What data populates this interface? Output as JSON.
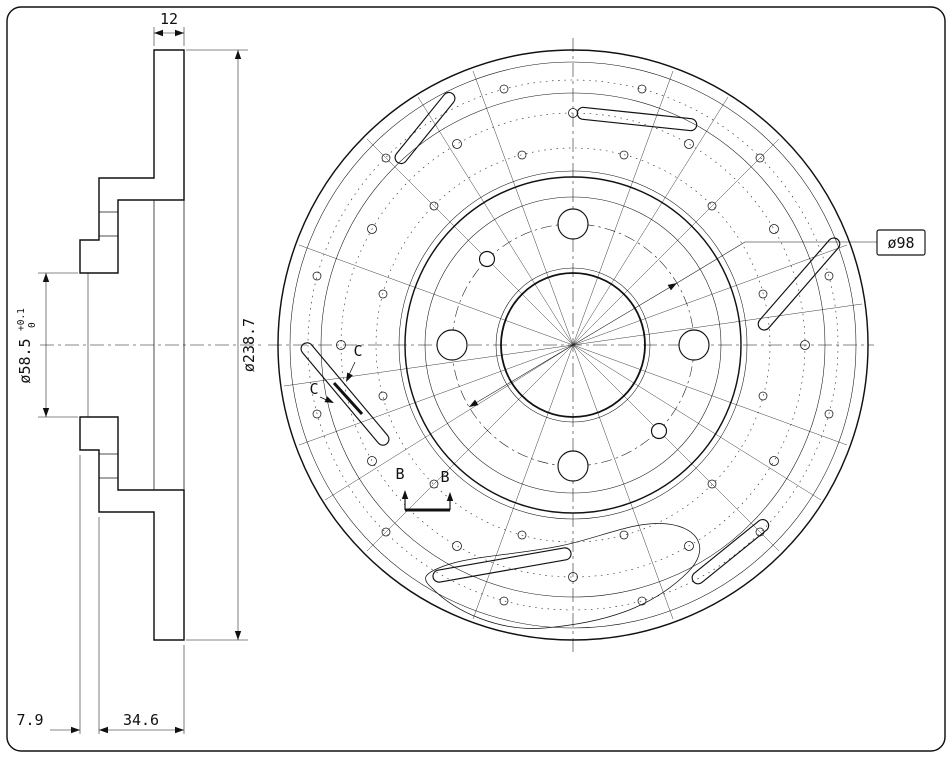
{
  "section_view": {
    "dim_thickness": "12",
    "dim_outer_diameter": "ø238.7",
    "dim_bore": "ø58.5",
    "dim_bore_tol_upper": "+0.1",
    "dim_bore_tol_lower": "0",
    "dim_hat_offset": "7.9",
    "dim_total_width": "34.6"
  },
  "front_view": {
    "dim_bolt_circle": "ø98",
    "section_label_c1": "C",
    "section_label_c2": "C",
    "section_label_b1": "B",
    "section_label_b2": "B"
  }
}
